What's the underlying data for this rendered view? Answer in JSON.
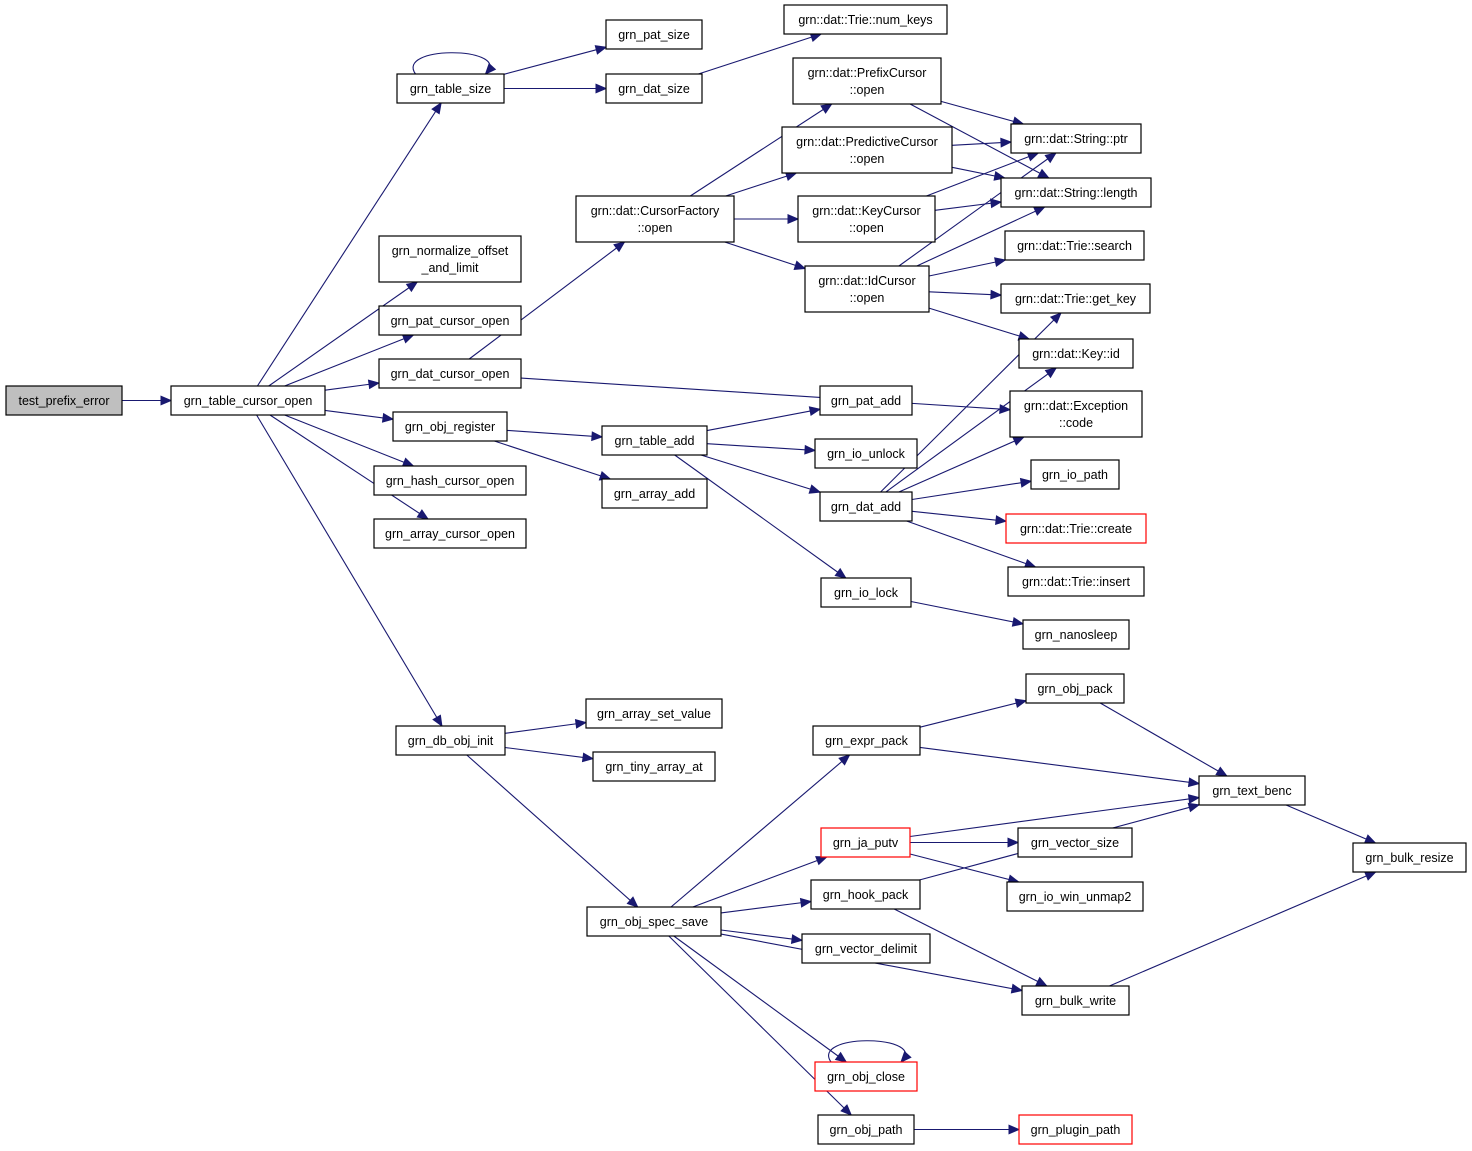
{
  "colors": {
    "edge": "#191970",
    "node_border": "#000000",
    "node_border_truncated": "#ff0000",
    "root_fill": "#bfbfbf"
  },
  "nodes": {
    "test_prefix_error": {
      "lines": [
        "test_prefix_error"
      ],
      "style": "root"
    },
    "grn_table_cursor_open": {
      "lines": [
        "grn_table_cursor_open"
      ]
    },
    "grn_table_size": {
      "lines": [
        "grn_table_size"
      ]
    },
    "grn_pat_size": {
      "lines": [
        "grn_pat_size"
      ]
    },
    "grn_dat_size": {
      "lines": [
        "grn_dat_size"
      ]
    },
    "trie_num_keys": {
      "lines": [
        "grn::dat::Trie::num_keys"
      ]
    },
    "grn_normalize_offset_and_limit": {
      "lines": [
        "grn_normalize_offset",
        "_and_limit"
      ]
    },
    "grn_pat_cursor_open": {
      "lines": [
        "grn_pat_cursor_open"
      ]
    },
    "grn_dat_cursor_open": {
      "lines": [
        "grn_dat_cursor_open"
      ]
    },
    "grn_obj_register": {
      "lines": [
        "grn_obj_register"
      ]
    },
    "grn_hash_cursor_open": {
      "lines": [
        "grn_hash_cursor_open"
      ]
    },
    "grn_array_cursor_open": {
      "lines": [
        "grn_array_cursor_open"
      ]
    },
    "grn_db_obj_init": {
      "lines": [
        "grn_db_obj_init"
      ]
    },
    "cursorfactory_open": {
      "lines": [
        "grn::dat::CursorFactory",
        "::open"
      ]
    },
    "prefixcursor_open": {
      "lines": [
        "grn::dat::PrefixCursor",
        "::open"
      ]
    },
    "predictivecursor_open": {
      "lines": [
        "grn::dat::PredictiveCursor",
        "::open"
      ]
    },
    "keycursor_open": {
      "lines": [
        "grn::dat::KeyCursor",
        "::open"
      ]
    },
    "idcursor_open": {
      "lines": [
        "grn::dat::IdCursor",
        "::open"
      ]
    },
    "string_ptr": {
      "lines": [
        "grn::dat::String::ptr"
      ]
    },
    "string_length": {
      "lines": [
        "grn::dat::String::length"
      ]
    },
    "trie_search": {
      "lines": [
        "grn::dat::Trie::search"
      ]
    },
    "trie_get_key": {
      "lines": [
        "grn::dat::Trie::get_key"
      ]
    },
    "key_id": {
      "lines": [
        "grn::dat::Key::id"
      ]
    },
    "exception_code": {
      "lines": [
        "grn::dat::Exception",
        "::code"
      ]
    },
    "grn_table_add": {
      "lines": [
        "grn_table_add"
      ]
    },
    "grn_array_add": {
      "lines": [
        "grn_array_add"
      ]
    },
    "grn_pat_add": {
      "lines": [
        "grn_pat_add"
      ]
    },
    "grn_io_unlock": {
      "lines": [
        "grn_io_unlock"
      ]
    },
    "grn_dat_add": {
      "lines": [
        "grn_dat_add"
      ]
    },
    "grn_io_path": {
      "lines": [
        "grn_io_path"
      ]
    },
    "trie_create": {
      "lines": [
        "grn::dat::Trie::create"
      ],
      "style": "red"
    },
    "trie_insert": {
      "lines": [
        "grn::dat::Trie::insert"
      ]
    },
    "grn_io_lock": {
      "lines": [
        "grn_io_lock"
      ]
    },
    "grn_nanosleep": {
      "lines": [
        "grn_nanosleep"
      ]
    },
    "grn_array_set_value": {
      "lines": [
        "grn_array_set_value"
      ]
    },
    "grn_tiny_array_at": {
      "lines": [
        "grn_tiny_array_at"
      ]
    },
    "grn_obj_spec_save": {
      "lines": [
        "grn_obj_spec_save"
      ]
    },
    "grn_expr_pack": {
      "lines": [
        "grn_expr_pack"
      ]
    },
    "grn_obj_pack": {
      "lines": [
        "grn_obj_pack"
      ]
    },
    "grn_text_benc": {
      "lines": [
        "grn_text_benc"
      ]
    },
    "grn_bulk_resize": {
      "lines": [
        "grn_bulk_resize"
      ]
    },
    "grn_ja_putv": {
      "lines": [
        "grn_ja_putv"
      ],
      "style": "red"
    },
    "grn_vector_size": {
      "lines": [
        "grn_vector_size"
      ]
    },
    "grn_io_win_unmap2": {
      "lines": [
        "grn_io_win_unmap2"
      ]
    },
    "grn_hook_pack": {
      "lines": [
        "grn_hook_pack"
      ]
    },
    "grn_vector_delimit": {
      "lines": [
        "grn_vector_delimit"
      ]
    },
    "grn_bulk_write": {
      "lines": [
        "grn_bulk_write"
      ]
    },
    "grn_obj_close": {
      "lines": [
        "grn_obj_close"
      ],
      "style": "red"
    },
    "grn_obj_path": {
      "lines": [
        "grn_obj_path"
      ]
    },
    "grn_plugin_path": {
      "lines": [
        "grn_plugin_path"
      ],
      "style": "red"
    }
  },
  "edges": [
    [
      "test_prefix_error",
      "grn_table_cursor_open"
    ],
    [
      "grn_table_cursor_open",
      "grn_table_size"
    ],
    [
      "grn_table_cursor_open",
      "grn_normalize_offset_and_limit"
    ],
    [
      "grn_table_cursor_open",
      "grn_pat_cursor_open"
    ],
    [
      "grn_table_cursor_open",
      "grn_dat_cursor_open"
    ],
    [
      "grn_table_cursor_open",
      "grn_obj_register"
    ],
    [
      "grn_table_cursor_open",
      "grn_hash_cursor_open"
    ],
    [
      "grn_table_cursor_open",
      "grn_array_cursor_open"
    ],
    [
      "grn_table_cursor_open",
      "grn_db_obj_init"
    ],
    [
      "grn_table_size",
      "grn_table_size"
    ],
    [
      "grn_table_size",
      "grn_pat_size"
    ],
    [
      "grn_table_size",
      "grn_dat_size"
    ],
    [
      "grn_dat_size",
      "trie_num_keys"
    ],
    [
      "grn_dat_cursor_open",
      "cursorfactory_open"
    ],
    [
      "grn_dat_cursor_open",
      "exception_code"
    ],
    [
      "cursorfactory_open",
      "prefixcursor_open"
    ],
    [
      "cursorfactory_open",
      "predictivecursor_open"
    ],
    [
      "cursorfactory_open",
      "keycursor_open"
    ],
    [
      "cursorfactory_open",
      "idcursor_open"
    ],
    [
      "prefixcursor_open",
      "string_ptr"
    ],
    [
      "prefixcursor_open",
      "string_length"
    ],
    [
      "predictivecursor_open",
      "string_ptr"
    ],
    [
      "predictivecursor_open",
      "string_length"
    ],
    [
      "keycursor_open",
      "string_ptr"
    ],
    [
      "keycursor_open",
      "string_length"
    ],
    [
      "idcursor_open",
      "string_ptr"
    ],
    [
      "idcursor_open",
      "string_length"
    ],
    [
      "idcursor_open",
      "trie_search"
    ],
    [
      "idcursor_open",
      "trie_get_key"
    ],
    [
      "idcursor_open",
      "key_id"
    ],
    [
      "grn_obj_register",
      "grn_table_add"
    ],
    [
      "grn_obj_register",
      "grn_array_add"
    ],
    [
      "grn_table_add",
      "grn_pat_add"
    ],
    [
      "grn_table_add",
      "grn_io_unlock"
    ],
    [
      "grn_table_add",
      "grn_dat_add"
    ],
    [
      "grn_table_add",
      "grn_io_lock"
    ],
    [
      "grn_dat_add",
      "trie_get_key"
    ],
    [
      "grn_dat_add",
      "key_id"
    ],
    [
      "grn_dat_add",
      "exception_code"
    ],
    [
      "grn_dat_add",
      "grn_io_path"
    ],
    [
      "grn_dat_add",
      "trie_create"
    ],
    [
      "grn_dat_add",
      "trie_insert"
    ],
    [
      "grn_io_lock",
      "grn_nanosleep"
    ],
    [
      "grn_db_obj_init",
      "grn_array_set_value"
    ],
    [
      "grn_db_obj_init",
      "grn_tiny_array_at"
    ],
    [
      "grn_db_obj_init",
      "grn_obj_spec_save"
    ],
    [
      "grn_obj_spec_save",
      "grn_expr_pack"
    ],
    [
      "grn_obj_spec_save",
      "grn_ja_putv"
    ],
    [
      "grn_obj_spec_save",
      "grn_hook_pack"
    ],
    [
      "grn_obj_spec_save",
      "grn_vector_delimit"
    ],
    [
      "grn_obj_spec_save",
      "grn_bulk_write"
    ],
    [
      "grn_obj_spec_save",
      "grn_obj_close"
    ],
    [
      "grn_obj_spec_save",
      "grn_obj_path"
    ],
    [
      "grn_expr_pack",
      "grn_obj_pack"
    ],
    [
      "grn_expr_pack",
      "grn_text_benc"
    ],
    [
      "grn_obj_pack",
      "grn_text_benc"
    ],
    [
      "grn_text_benc",
      "grn_bulk_resize"
    ],
    [
      "grn_ja_putv",
      "grn_text_benc"
    ],
    [
      "grn_ja_putv",
      "grn_vector_size"
    ],
    [
      "grn_ja_putv",
      "grn_io_win_unmap2"
    ],
    [
      "grn_hook_pack",
      "grn_text_benc"
    ],
    [
      "grn_hook_pack",
      "grn_bulk_write"
    ],
    [
      "grn_bulk_write",
      "grn_bulk_resize"
    ],
    [
      "grn_obj_close",
      "grn_obj_close"
    ],
    [
      "grn_obj_path",
      "grn_plugin_path"
    ]
  ]
}
